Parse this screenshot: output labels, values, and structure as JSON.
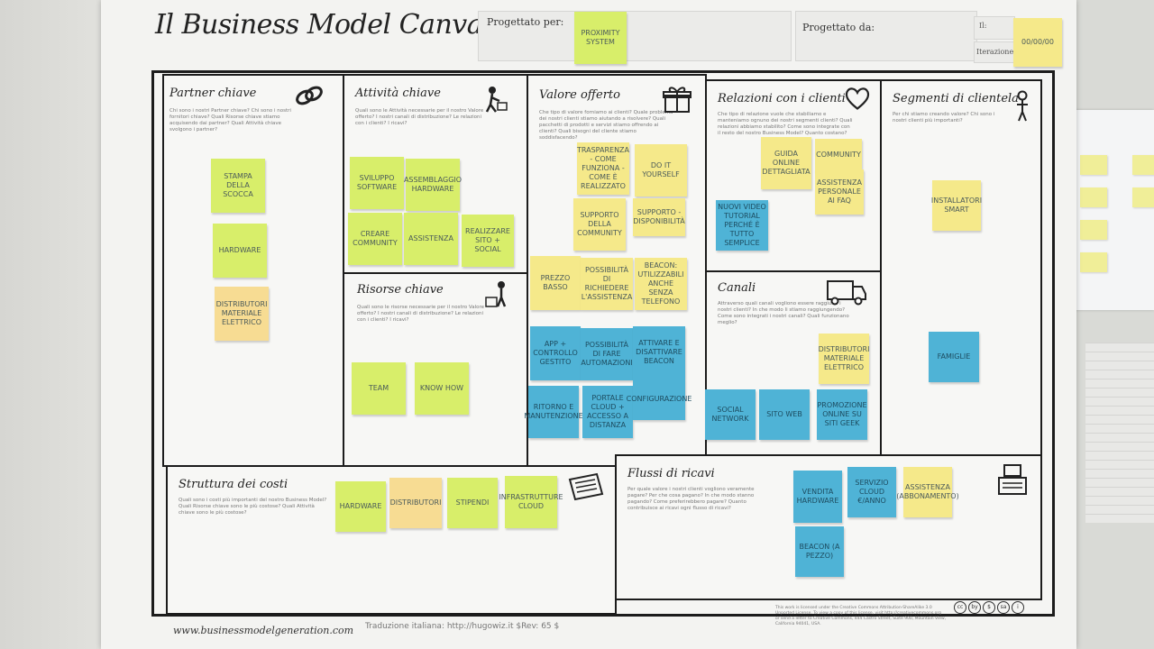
{
  "header": {
    "title": "Il Business Model Canvas",
    "designed_for_label": "Progettato per:",
    "designed_by_label": "Progettato da:",
    "date_label": "Il:",
    "version_label": "Iterazione:",
    "designed_for_note": "Proximity System",
    "date_note": "00/00/00"
  },
  "blocks": {
    "partners": {
      "title": "Partner chiave",
      "questions": "Chi sono i nostri Partner chiave? Chi sono i nostri fornitori chiave? Quali Risorse chiave stiamo acquisendo dai partner? Quali Attività chiave svolgono i partner?",
      "notes": [
        "Stampa della scocca",
        "Hardware",
        "Distributori materiale elettrico"
      ]
    },
    "activities": {
      "title": "Attività chiave",
      "questions": "Quali sono le Attività necessarie per il nostro Valore offerto? I nostri canali di distribuzione? Le relazioni con i clienti? I ricavi?",
      "notes": [
        "Sviluppo software",
        "Assemblaggio hardware",
        "Creare community",
        "Assistenza",
        "Realizzare sito + social"
      ]
    },
    "resources": {
      "title": "Risorse chiave",
      "questions": "Quali sono le risorse necessarie per il nostro Valore offerto? I nostri canali di distribuzione? Le relazioni con i clienti? I ricavi?",
      "notes": [
        "Team",
        "Know how"
      ]
    },
    "value": {
      "title": "Valore offerto",
      "questions": "Che tipo di valore forniamo ai clienti? Quale problema dei nostri clienti stiamo aiutando a risolvere? Quali pacchetti di prodotti e servizi stiamo offrendo ai clienti? Quali bisogni del cliente stiamo soddisfacendo?",
      "notes": [
        "Trasparenza - come funziona - come è realizzato",
        "Do it yourself",
        "Supporto della community",
        "Supporto - disponibilità",
        "Prezzo basso",
        "Possibilità di richiedere l'assistenza",
        "Beacon: utilizzabili anche senza telefono",
        "App + controllo gestito",
        "Possibilità di fare automazioni",
        "Attivare e disattivare beacon",
        "Ritorno e manutenzione",
        "Portale cloud + accesso a distanza",
        "Configurazione"
      ]
    },
    "relations": {
      "title": "Relazioni con i clienti",
      "questions": "Che tipo di relazione vuole che stabiliamo e manteniamo ognuno dei nostri segmenti clienti? Quali relazioni abbiamo stabilito? Come sono integrate con il resto del nostro Business Model? Quanto costano?",
      "notes": [
        "Guida online dettagliata",
        "Community",
        "Assistenza personale ai FAQ",
        "Nuovi video tutorial perché è tutto semplice"
      ]
    },
    "channels": {
      "title": "Canali",
      "questions": "Attraverso quali canali vogliono essere raggiunti i nostri clienti? In che modo li stiamo raggiungendo? Come sono integrati i nostri canali? Quali funzionano meglio?",
      "notes": [
        "Distributori materiale elettrico",
        "Social network",
        "Sito web",
        "Promozione online su siti geek"
      ]
    },
    "segments": {
      "title": "Segmenti di clientela",
      "questions": "Per chi stiamo creando valore? Chi sono i nostri clienti più importanti?",
      "notes": [
        "Installatori smart",
        "Famiglie"
      ]
    },
    "costs": {
      "title": "Struttura dei costi",
      "questions": "Quali sono i costi più importanti del nostro Business Model? Quali Risorse chiave sono le più costose? Quali Attività chiave sono le più costose?",
      "notes": [
        "Hardware",
        "Distributori",
        "Stipendi",
        "Infrastrutture cloud"
      ]
    },
    "revenue": {
      "title": "Flussi di ricavi",
      "questions": "Per quale valore i nostri clienti vogliono veramente pagare? Per che cosa pagano? In che modo stanno pagando? Come preferirebbero pagare? Quanto contribuisce ai ricavi ogni flusso di ricavi?",
      "notes": [
        "Vendita hardware",
        "Servizio cloud €/anno",
        "Assistenza (abbonamento)",
        "Beacon (a pezzo)"
      ]
    }
  },
  "footer": {
    "url": "www.businessmodelgeneration.com",
    "translation": "Traduzione italiana: http://hugowiz.it $Rev: 65 $",
    "license": "This work is licensed under the Creative Commons Attribution-ShareAlike 3.0 Unported License. To view a copy of this license, visit http://creativecommons.org or send a letter to Creative Commons, 444 Castro Street, Suite 900, Mountain View, California 94041, USA.",
    "cc_icons": [
      "cc",
      "by",
      "$",
      "sa",
      "i"
    ]
  }
}
